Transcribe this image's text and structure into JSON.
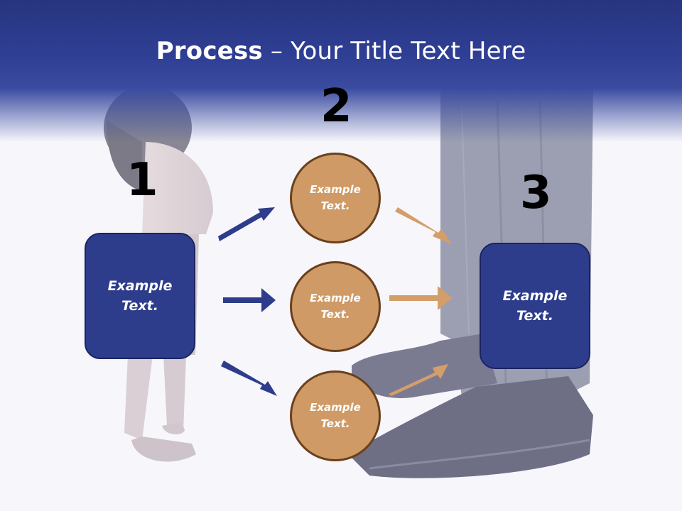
{
  "title": {
    "bold": "Process",
    "rest": " – Your Title Text Here"
  },
  "steps": [
    {
      "number": "1",
      "box_text": "Example Text."
    },
    {
      "number": "2"
    },
    {
      "number": "3",
      "box_text": "Example Text."
    }
  ],
  "circles": [
    {
      "text": "Example Text."
    },
    {
      "text": "Example Text."
    },
    {
      "text": "Example Text."
    }
  ],
  "colors": {
    "header": "#2f3f94",
    "box_fill": "#2e3c8c",
    "circle_fill": "#cf9a66",
    "circle_border": "#6a3f1c",
    "blue_arrow": "#2e3c8c",
    "tan_arrow": "#d49e6a"
  }
}
